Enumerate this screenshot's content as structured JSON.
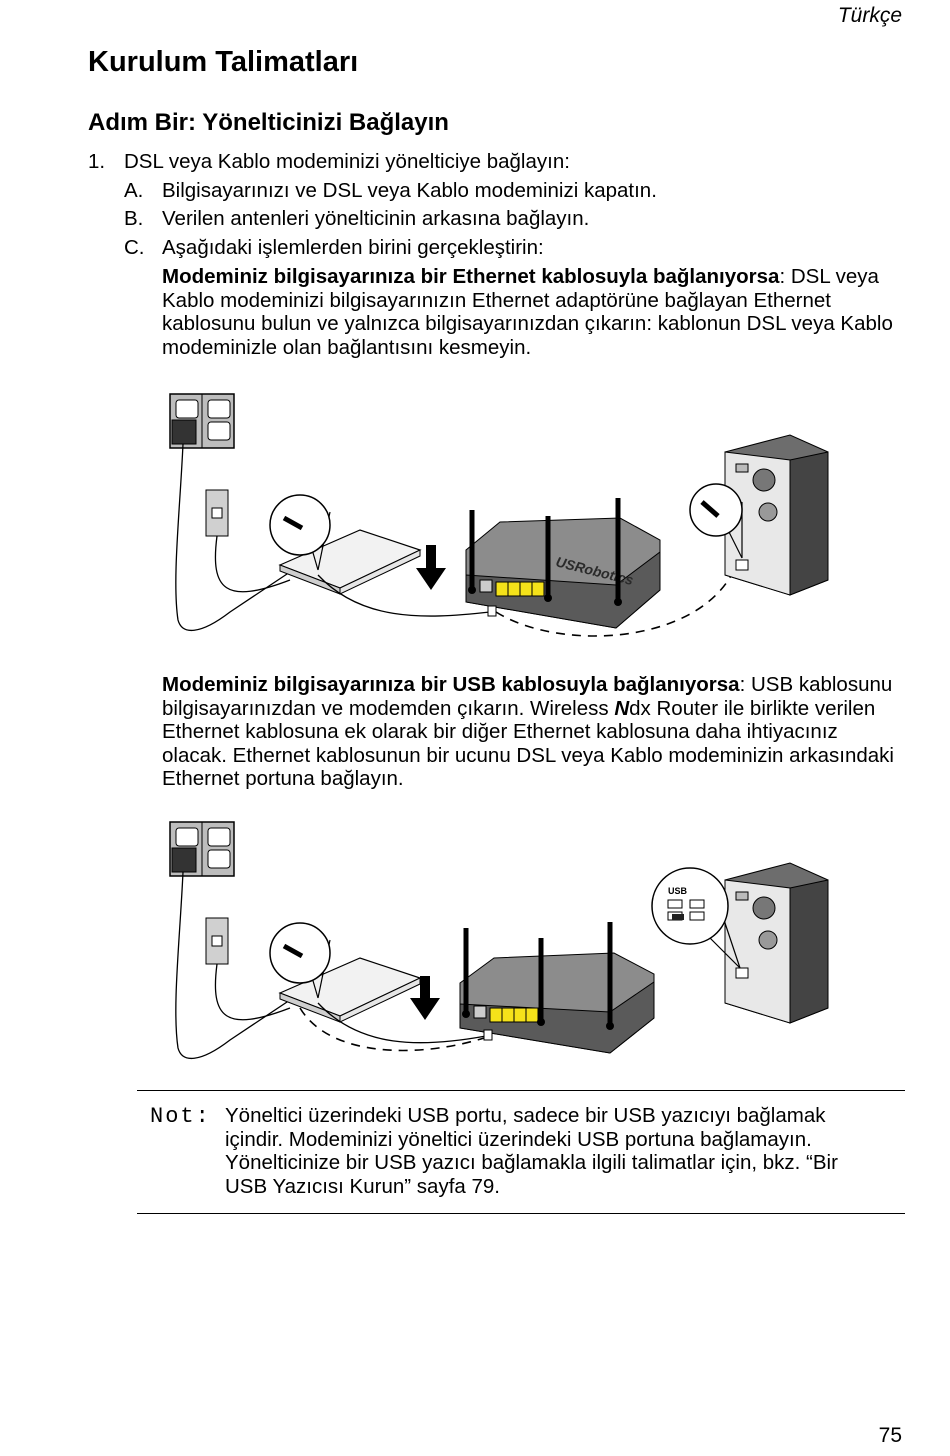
{
  "header": {
    "language": "Türkçe"
  },
  "title": "Kurulum Talimatları",
  "step": {
    "heading": "Adım Bir: Yönelticinizi Bağlayın",
    "item1_num": "1.",
    "item1_text": "DSL veya Kablo modeminizi yönelticiye bağlayın:",
    "sub": [
      {
        "letter": "A.",
        "text": "Bilgisayarınızı ve DSL veya Kablo modeminizi kapatın."
      },
      {
        "letter": "B.",
        "text": "Verilen antenleri yönelticinin arkasına bağlayın."
      },
      {
        "letter": "C.",
        "text": "Aşağıdaki işlemlerden birini gerçekleştirin:"
      }
    ]
  },
  "ethernet": {
    "bold": "Modeminiz bilgisayarınıza bir Ethernet kablosuyla bağlanıyorsa",
    "text": ": DSL veya Kablo modeminizi bilgisayarınızın Ethernet adaptörüne bağlayan Ethernet kablosunu bulun ve yalnızca bilgisayarınızdan çıkarın: kablonun DSL veya Kablo modeminizle olan bağlantısını kesmeyin."
  },
  "usb": {
    "bold": "Modeminiz bilgisayarınıza bir USB kablosuyla bağlanıyorsa",
    "text1": ": USB kablosunu bilgisayarınızdan ve modemden çıkarın. Wireless ",
    "brand_n": "N",
    "text2": "dx Router ile birlikte verilen Ethernet kablosuna ek olarak bir diğer Ethernet kablosuna daha ihtiyacınız olacak. Ethernet kablosunun bir ucunu DSL veya Kablo modeminizin arkasındaki Ethernet portuna bağlayın."
  },
  "figure": {
    "router_brand": "USRobotics",
    "usb_port_label": "USB"
  },
  "note": {
    "label": "Not:",
    "text": "Yöneltici üzerindeki USB portu, sadece bir USB yazıcıyı bağlamak içindir. Modeminizi yöneltici üzerindeki USB portuna bağlamayın. Yönelticinize bir USB yazıcı bağlamakla ilgili talimatlar için, bkz. “Bir USB Yazıcısı Kurun” sayfa 79."
  },
  "page_number": "75",
  "colors": {
    "port_yellow": "#f5e21a",
    "device_dark": "#4a4a4a",
    "device_mid": "#8c8c8c",
    "device_light": "#c8c8c8"
  }
}
